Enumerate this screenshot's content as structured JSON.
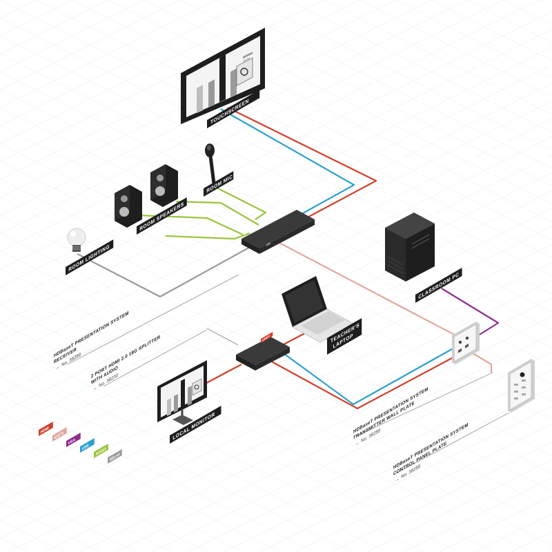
{
  "colors": {
    "hdmi": "#d0402a",
    "cat6": "#e0a8a0",
    "vga": "#8e2e8e",
    "usb": "#2a9fd0",
    "audio": "#9ac43a",
    "relay": "#9a9a9a",
    "tag_bg": "#1e1e1e"
  },
  "devices": {
    "touchscreen": "TOUCHSCREEN",
    "room_mic": "ROOM MIC",
    "room_speakers": "ROOM SPEAKERS",
    "room_lighting": "ROOM LIGHTING",
    "classroom_pc": "CLASSROOM PC",
    "teacher_laptop_line1": "TEACHER'S",
    "teacher_laptop_line2": "LAPTOP",
    "local_monitor": "LOCAL MONITOR"
  },
  "products": {
    "receiver": {
      "line1": "HDBaseT PRESENTATION SYSTEM",
      "line2": "RECEIVER",
      "number": "No. 38288"
    },
    "splitter": {
      "line1": "2 PORT HDMI 2.0 18G SPLITTER",
      "line2": "WITH AUDIO",
      "number": "No. 38230"
    },
    "wall_plate": {
      "line1": "HDBaseT PRESENTATION SYSTEM",
      "line2": "TRANSMITTER WALL PLATE",
      "number": "No. 38288"
    },
    "control_plate": {
      "line1": "HDBaseT PRESENTATION SYSTEM",
      "line2": "CONTROL PANEL PLATE",
      "number": "No. 38288"
    }
  },
  "legend": [
    "HDMI",
    "CAT 6",
    "VGA",
    "USB",
    "AUDIO",
    "RELAY"
  ],
  "splitter_logo": "LINDY"
}
